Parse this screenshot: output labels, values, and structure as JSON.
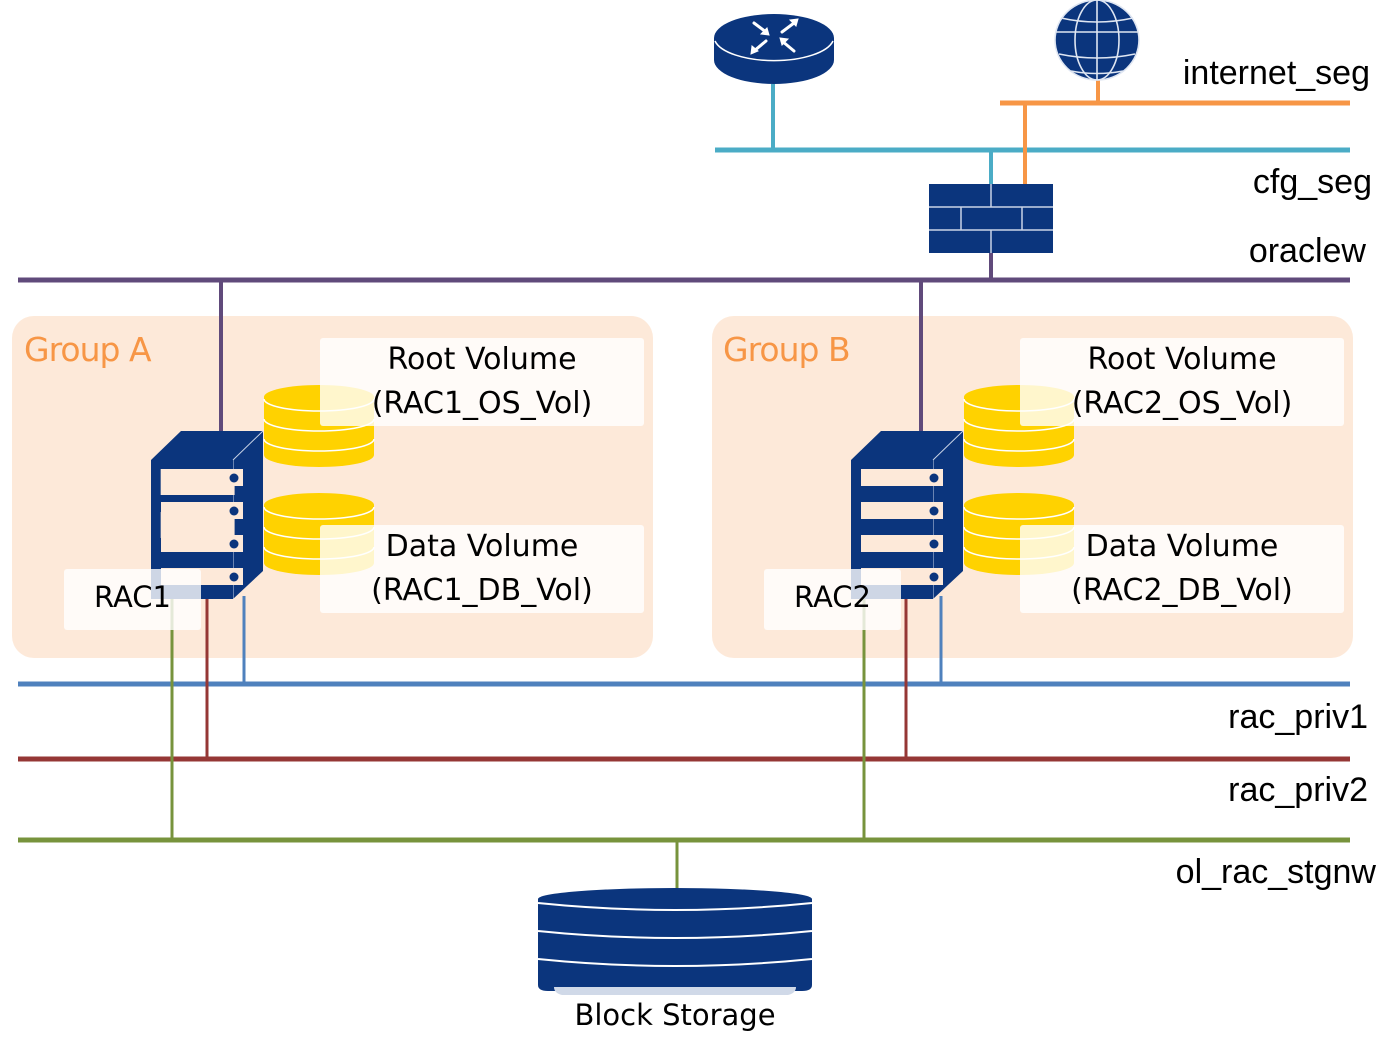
{
  "colors": {
    "internet_seg": "#F79646",
    "cfg_seg": "#4BACC6",
    "oraclew": "#604A7B",
    "rac_priv1": "#4F81BD",
    "rac_priv2": "#953735",
    "ol_rac_stgnw": "#77933C",
    "icon_navy": "#0B357D",
    "disk_yellow": "#FFD200",
    "group_fill": "#FDE9D9",
    "group_title": "#F79646"
  },
  "networks": [
    {
      "id": "internet_seg",
      "label": "internet_seg"
    },
    {
      "id": "cfg_seg",
      "label": "cfg_seg"
    },
    {
      "id": "oraclew",
      "label": "oraclew"
    },
    {
      "id": "rac_priv1",
      "label": "rac_priv1"
    },
    {
      "id": "rac_priv2",
      "label": "rac_priv2"
    },
    {
      "id": "ol_rac_stgnw",
      "label": "ol_rac_stgnw"
    }
  ],
  "devices": {
    "router": "router-icon",
    "internet": "globe-icon",
    "firewall": "firewall-icon",
    "storage": "database-icon"
  },
  "groups": [
    {
      "title": "Group A",
      "node": "RAC1",
      "root_volume": {
        "line1": "Root Volume",
        "line2": "(RAC1_OS_Vol)"
      },
      "data_volume": {
        "line1": "Data Volume",
        "line2": "(RAC1_DB_Vol)"
      }
    },
    {
      "title": "Group B",
      "node": "RAC2",
      "root_volume": {
        "line1": "Root Volume",
        "line2": "(RAC2_OS_Vol)"
      },
      "data_volume": {
        "line1": "Data Volume",
        "line2": "(RAC2_DB_Vol)"
      }
    }
  ],
  "storage": {
    "label": "Block Storage"
  }
}
